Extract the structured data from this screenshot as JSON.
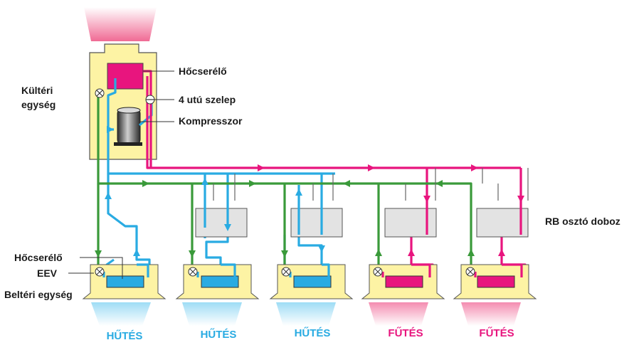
{
  "labels": {
    "outdoor_unit": "Kültéri egység",
    "heat_exchanger": "Hőcserélő",
    "four_way_valve": "4 utú szelep",
    "compressor": "Kompresszor",
    "rb_box": "RB osztó doboz",
    "indoor_heat_exchanger": "Hőcserélő",
    "eev": "EEV",
    "indoor_unit": "Beltéri egység"
  },
  "modes": [
    "HŰTÉS",
    "HŰTÉS",
    "HŰTÉS",
    "FŰTÉS",
    "FŰTÉS"
  ],
  "colors": {
    "cooling": "#29abe2",
    "heating": "#e8157e",
    "liquid_line": "#3a9a3a",
    "unit_body": "#fdf3a4",
    "rb_box": "#e3e3e3"
  }
}
